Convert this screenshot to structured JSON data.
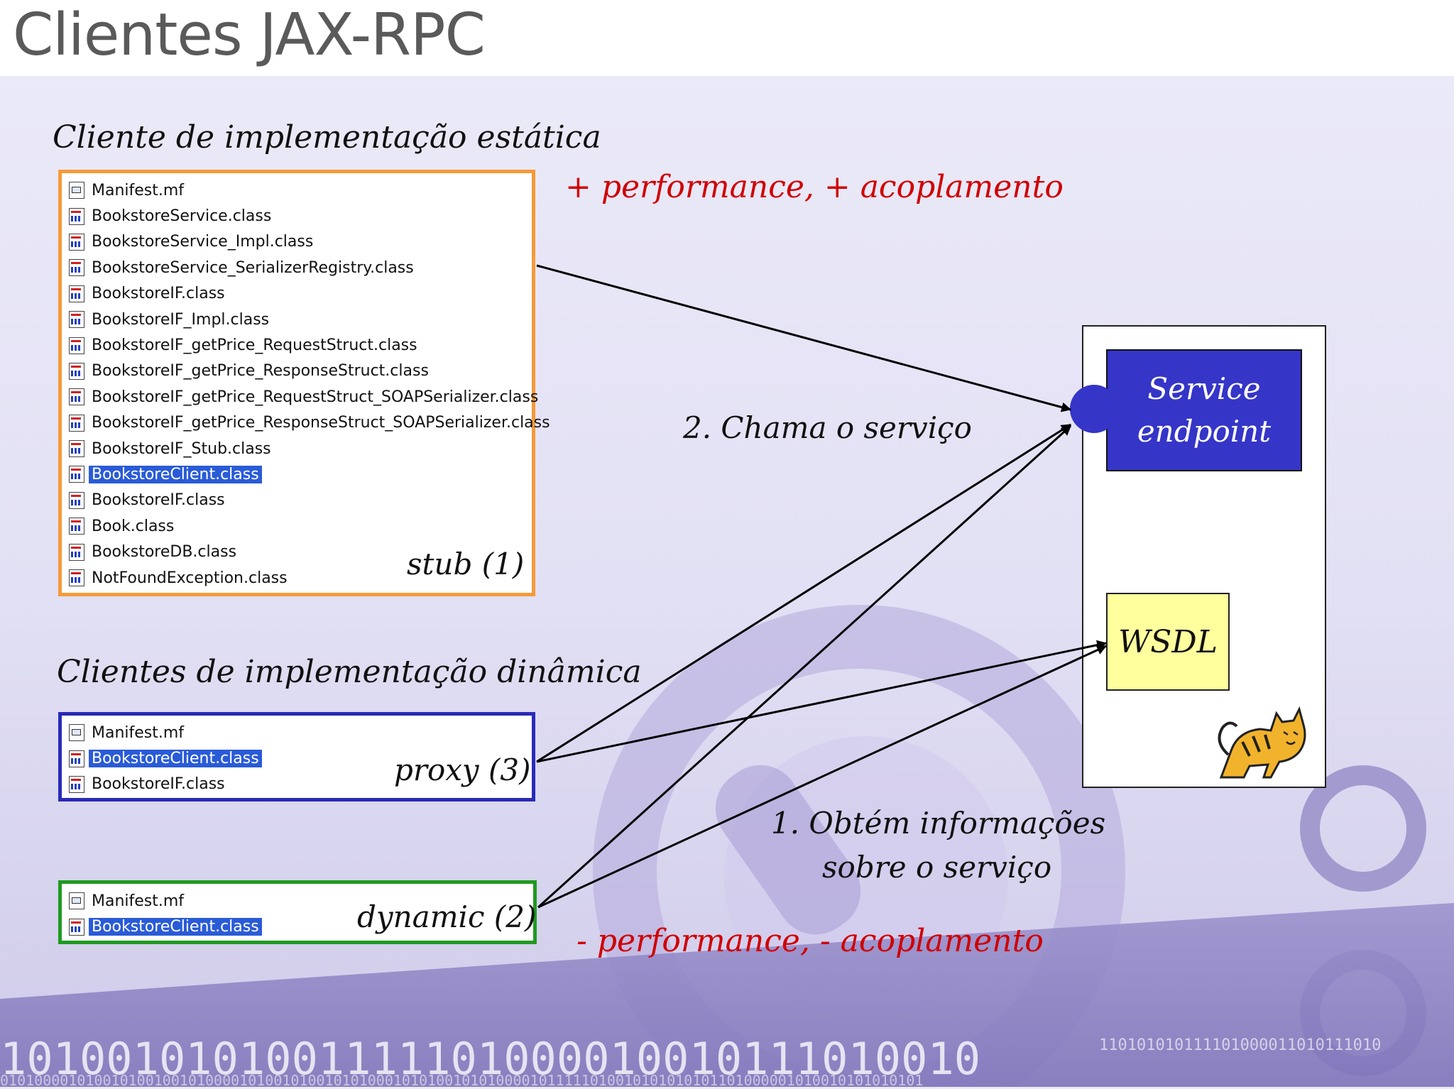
{
  "slide": {
    "title": "Clientes JAX-RPC"
  },
  "static_section": {
    "heading": "Cliente de implementação estática",
    "files": [
      {
        "name": "Manifest.mf",
        "icon": "manifest-file-icon",
        "selected": false
      },
      {
        "name": "BookstoreService.class",
        "icon": "class-file-icon",
        "selected": false
      },
      {
        "name": "BookstoreService_Impl.class",
        "icon": "class-file-icon",
        "selected": false
      },
      {
        "name": "BookstoreService_SerializerRegistry.class",
        "icon": "class-file-icon",
        "selected": false
      },
      {
        "name": "BookstoreIF.class",
        "icon": "class-file-icon",
        "selected": false
      },
      {
        "name": "BookstoreIF_Impl.class",
        "icon": "class-file-icon",
        "selected": false
      },
      {
        "name": "BookstoreIF_getPrice_RequestStruct.class",
        "icon": "class-file-icon",
        "selected": false
      },
      {
        "name": "BookstoreIF_getPrice_ResponseStruct.class",
        "icon": "class-file-icon",
        "selected": false
      },
      {
        "name": "BookstoreIF_getPrice_RequestStruct_SOAPSerializer.class",
        "icon": "class-file-icon",
        "selected": false
      },
      {
        "name": "BookstoreIF_getPrice_ResponseStruct_SOAPSerializer.class",
        "icon": "class-file-icon",
        "selected": false
      },
      {
        "name": "BookstoreIF_Stub.class",
        "icon": "class-file-icon",
        "selected": false
      },
      {
        "name": "BookstoreClient.class",
        "icon": "class-file-icon",
        "selected": true
      },
      {
        "name": "BookstoreIF.class",
        "icon": "class-file-icon",
        "selected": false
      },
      {
        "name": "Book.class",
        "icon": "class-file-icon",
        "selected": false
      },
      {
        "name": "BookstoreDB.class",
        "icon": "class-file-icon",
        "selected": false
      },
      {
        "name": "NotFoundException.class",
        "icon": "class-file-icon",
        "selected": false
      }
    ],
    "box_label": "stub (1)",
    "border_color": "#f59a3a"
  },
  "dynamic_section": {
    "heading": "Clientes de implementação dinâmica",
    "proxy": {
      "files": [
        {
          "name": "Manifest.mf",
          "icon": "manifest-file-icon",
          "selected": false
        },
        {
          "name": "BookstoreClient.class",
          "icon": "class-file-icon",
          "selected": true
        },
        {
          "name": "BookstoreIF.class",
          "icon": "class-file-icon",
          "selected": false
        }
      ],
      "box_label": "proxy (3)",
      "border_color": "#2a2ab8"
    },
    "dynamic": {
      "files": [
        {
          "name": "Manifest.mf",
          "icon": "manifest-file-icon",
          "selected": false
        },
        {
          "name": "BookstoreClient.class",
          "icon": "class-file-icon",
          "selected": true
        }
      ],
      "box_label": "dynamic (2)",
      "border_color": "#1f9a1f"
    }
  },
  "notes": {
    "plus": "+ performance, + acoplamento",
    "minus": "- performance, - acoplamento",
    "call_service": "2. Chama o serviço",
    "obtain_info_line1": "1. Obtém informações",
    "obtain_info_line2": "sobre o serviço"
  },
  "server": {
    "service_endpoint_line1": "Service",
    "service_endpoint_line2": "endpoint",
    "wsdl": "WSDL",
    "logo_icon": "tomcat-logo-icon"
  },
  "background": {
    "binary_row1": "1010010101001111101000010010111010010",
    "binary_row2": "110101010111101000011010111010",
    "binary_row3": "010100001010010100100101000010100101001010100010101001010100001011111010010101010101101000001010010101010101"
  },
  "colors": {
    "note_red": "#d00000",
    "endpoint_blue": "#3535c8",
    "wsdl_yellow": "#ffff9e",
    "selection_blue": "#2a5bd7"
  }
}
